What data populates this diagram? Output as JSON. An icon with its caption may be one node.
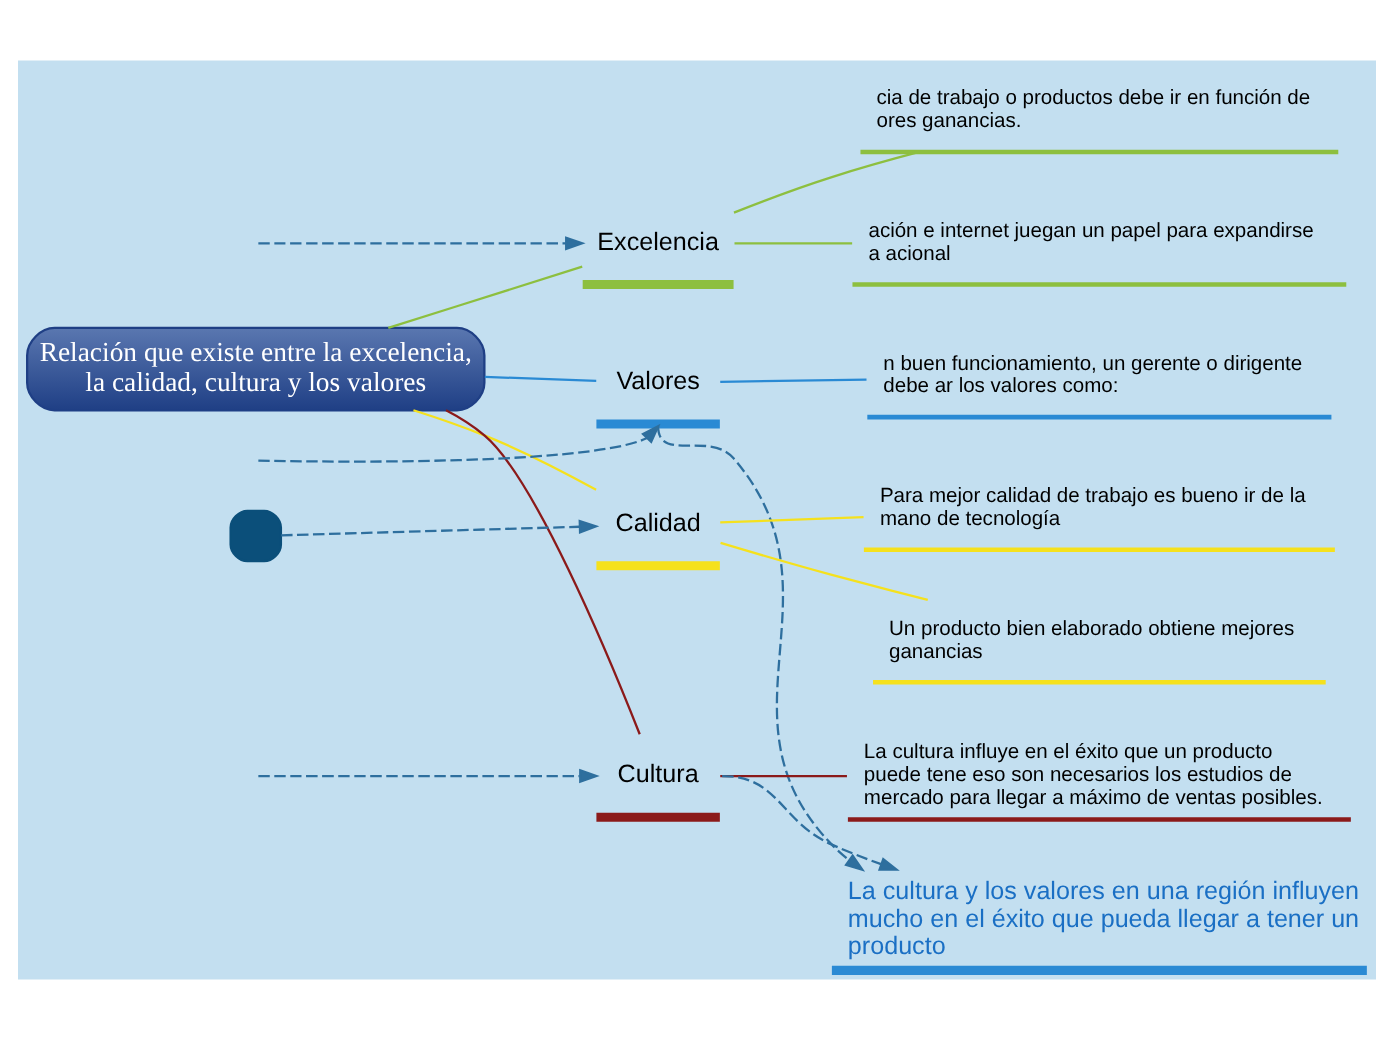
{
  "diagram": {
    "nodes": [
      {
        "text": [
          "Relación que existe entre la excelencia, la calidad, cultura y los valores"
        ]
      },
      {
        "text": [
          "Excelencia"
        ]
      },
      {
        "text": [
          "cia de trabajo o productos debe ir en función de ores ganancias."
        ]
      },
      {
        "text": [
          "ación e internet juegan un papel para expandirse a acional"
        ]
      },
      {
        "text": [
          "Valores"
        ]
      },
      {
        "text": [
          "n buen funcionamiento, un gerente o dirigente debe ar los valores como:"
        ]
      },
      {
        "text": [
          "Calidad"
        ]
      },
      {
        "text": [
          "Para mejor calidad de trabajo es bueno ir de la mano de tecnología"
        ]
      },
      {
        "text": [
          "Un producto bien elaborado obtiene mejores ganancias"
        ]
      },
      {
        "text": [
          "Cultura"
        ]
      },
      {
        "text": [
          "La cultura influye en el éxito que un producto puede tene eso son necesarios los estudios de mercado para llegar a máximo de ventas posibles."
        ]
      },
      {
        "text": [
          "La cultura y los valores en una región influyen mucho en el éxito que pueda llegar a tener un producto"
        ]
      },
      {
        "text": [],
        "shape": "box"
      }
    ],
    "edges": [
      {
        "from": 0,
        "to": 1,
        "arrow": "none",
        "color": "#8dbf3f"
      },
      {
        "from": 1,
        "to": 2,
        "arrow": "none",
        "color": "#8dbf3f"
      },
      {
        "from": 1,
        "to": 3,
        "arrow": "none",
        "color": "#8dbf3f"
      },
      {
        "from": 0,
        "to": 4,
        "arrow": "none",
        "color": "#2a8ad4"
      },
      {
        "from": 4,
        "to": 5,
        "arrow": "none",
        "color": "#2a8ad4"
      },
      {
        "from": 0,
        "to": 6,
        "arrow": "none",
        "color": "#f5e11d"
      },
      {
        "from": 6,
        "to": 7,
        "arrow": "none",
        "color": "#f5e11d"
      },
      {
        "from": 6,
        "to": 8,
        "arrow": "none",
        "color": "#f5e11d"
      },
      {
        "from": 0,
        "to": 9,
        "arrow": "none",
        "color": "#8b1a1a"
      },
      {
        "from": 9,
        "to": 10,
        "arrow": "none",
        "color": "#8b1a1a"
      },
      {
        "from": null,
        "to": 1,
        "arrow": "to",
        "style": "dashed",
        "color": "#2e6f9e"
      },
      {
        "from": 12,
        "to": 6,
        "arrow": "to",
        "style": "dashed",
        "color": "#2e6f9e"
      },
      {
        "from": null,
        "to": 4,
        "arrow": "to",
        "style": "dashed",
        "color": "#2e6f9e"
      },
      {
        "from": null,
        "to": 9,
        "arrow": "to",
        "style": "dashed",
        "color": "#2e6f9e"
      },
      {
        "from": 4,
        "to": 11,
        "arrow": "to",
        "style": "dashed",
        "color": "#2e6f9e"
      },
      {
        "from": 9,
        "to": 11,
        "arrow": "to",
        "style": "dashed",
        "color": "#2e6f9e"
      }
    ]
  }
}
